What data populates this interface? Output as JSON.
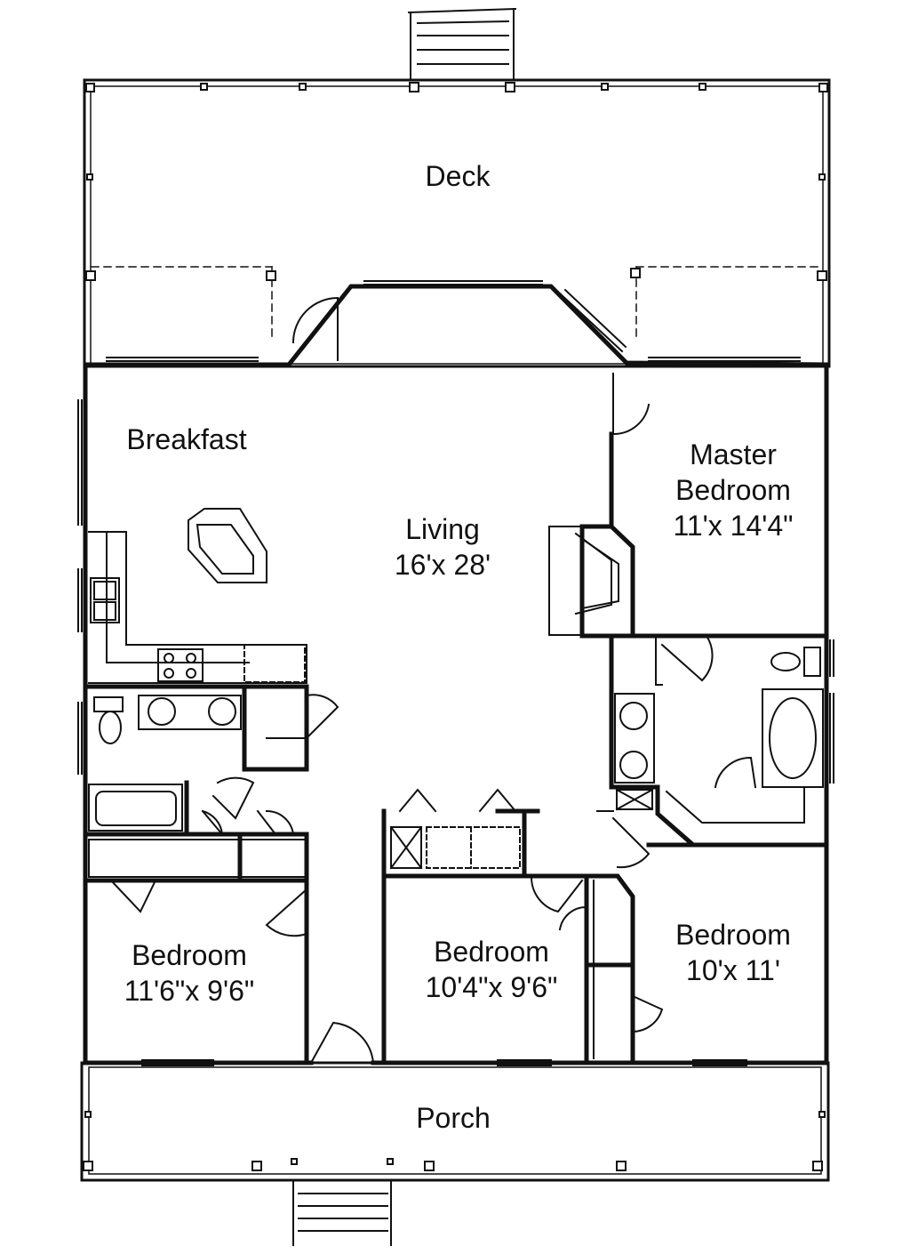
{
  "rooms": {
    "deck": {
      "name": "Deck"
    },
    "breakfast": {
      "name": "Breakfast"
    },
    "living": {
      "name": "Living",
      "size": "16'x 28'"
    },
    "master": {
      "name1": "Master",
      "name2": "Bedroom",
      "size": "11'x 14'4\""
    },
    "bedroom_left": {
      "name": "Bedroom",
      "size": "11'6\"x 9'6\""
    },
    "bedroom_mid": {
      "name": "Bedroom",
      "size": "10'4\"x 9'6\""
    },
    "bedroom_right": {
      "name": "Bedroom",
      "size": "10'x 11'"
    },
    "porch": {
      "name": "Porch"
    }
  },
  "colors": {
    "line": "#111111",
    "background": "#ffffff"
  }
}
